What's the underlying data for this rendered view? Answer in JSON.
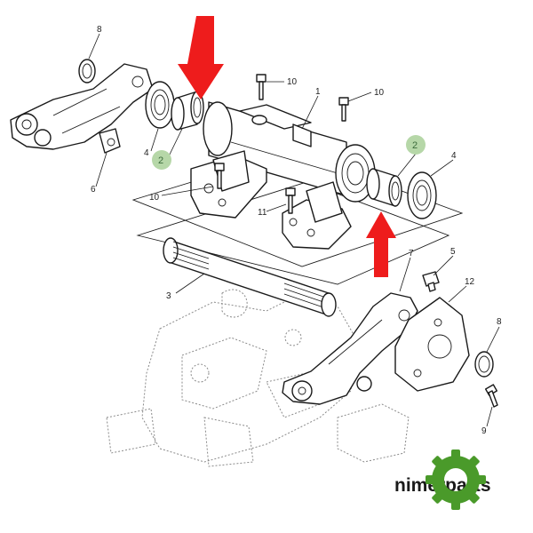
{
  "callouts": {
    "seal_top_left": "8",
    "bolt_top_center": "10",
    "shaft_housing": "1",
    "bolt_top_right": "10",
    "bearing_left": "4",
    "lever_left_pivot": "6",
    "bolt_left_bracket": "10",
    "bolt_right_bracket": "11",
    "bearing_right": "4",
    "splined_shaft": "3",
    "lever_right": "7",
    "plug": "5",
    "plate": "12",
    "seal_right": "8",
    "bolt_bottom_right": "9"
  },
  "highlighted_callouts": {
    "left": "2",
    "right": "2",
    "badge_color": "#b6d7a8"
  },
  "arrows": {
    "color": "#ee1c1c",
    "count": 2
  },
  "brand": {
    "name": "nimerparts",
    "text_color": "#1a1a1a",
    "gear_color": "#4a9a2a"
  }
}
